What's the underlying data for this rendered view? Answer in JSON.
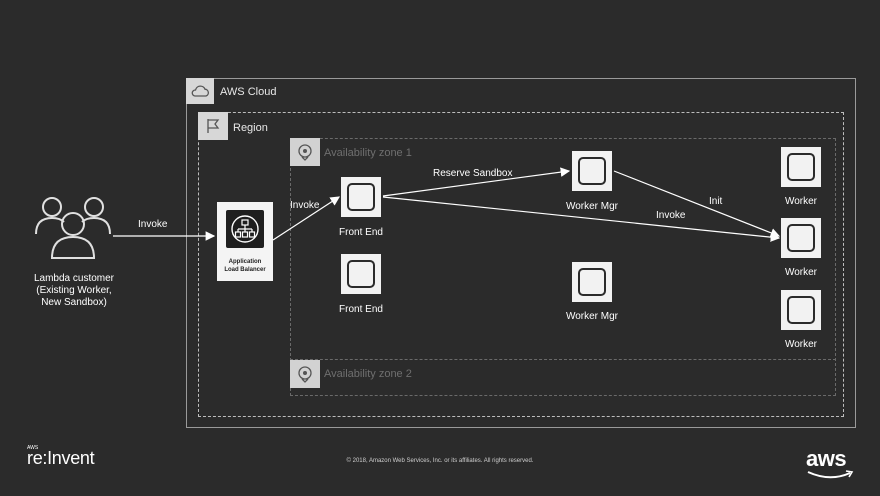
{
  "cloud": {
    "label": "AWS Cloud",
    "icon": "cloud-icon"
  },
  "region": {
    "label": "Region",
    "icon": "flag-icon"
  },
  "zones": [
    {
      "label": "Availability zone 1",
      "icon": "location-pin-icon"
    },
    {
      "label": "Availability zone 2",
      "icon": "location-pin-icon"
    }
  ],
  "customer": {
    "line1": "Lambda  customer",
    "line2": "(Existing Worker,",
    "line3": "New Sandbox)",
    "icon": "users-icon"
  },
  "load_balancer": {
    "line1": "Application",
    "line2": "Load Balancer",
    "icon": "load-balancer-icon"
  },
  "nodes": {
    "front_end_1": "Front End",
    "front_end_2": "Front End",
    "worker_mgr_1": "Worker Mgr",
    "worker_mgr_2": "Worker Mgr",
    "worker_1": "Worker",
    "worker_2": "Worker",
    "worker_3": "Worker"
  },
  "edges": {
    "customer_to_alb": "Invoke",
    "alb_to_front_end": "Invoke",
    "reserve_sandbox": "Reserve Sandbox",
    "front_end_to_worker": "Invoke",
    "init": "Init"
  },
  "footer": {
    "copyright": "© 2018, Amazon Web Services, Inc. or its affiliates. All rights reserved.",
    "reinvent_small": "AWS",
    "reinvent": "re:Invent",
    "aws_logo": "aws"
  }
}
